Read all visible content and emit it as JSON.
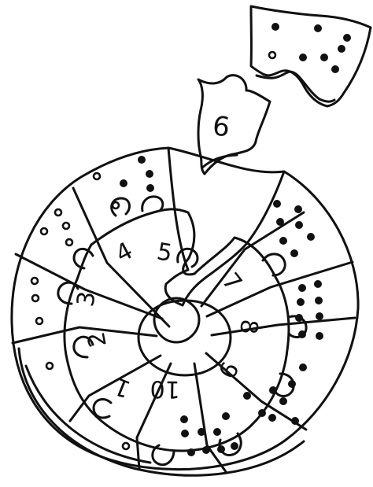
{
  "puzzle": {
    "numbers": [
      "1",
      "2",
      "3",
      "4",
      "5",
      "6",
      "7",
      "8",
      "9",
      "10"
    ]
  },
  "colors": {
    "ink": "#111111",
    "background": "#ffffff"
  }
}
